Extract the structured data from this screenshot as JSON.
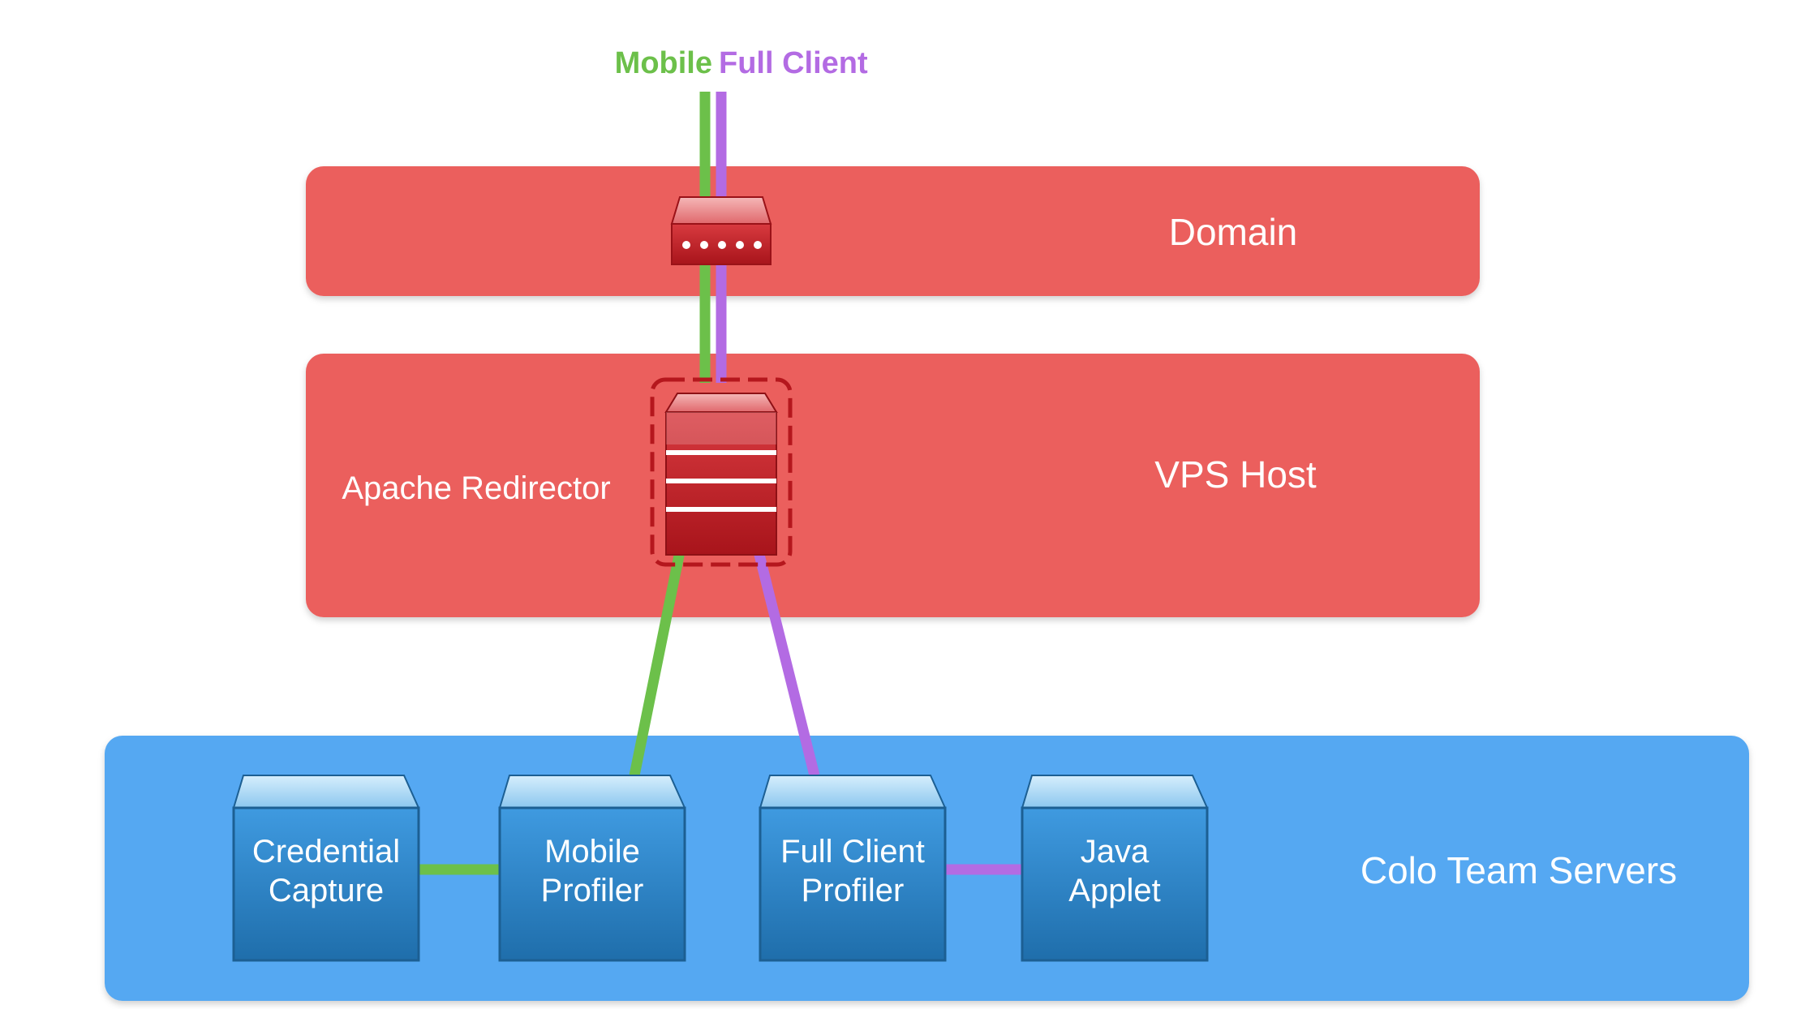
{
  "legend": {
    "mobile": "Mobile",
    "full_client": "Full Client"
  },
  "zones": {
    "domain": "Domain",
    "vps_host": "VPS Host",
    "colo": "Colo Team Servers"
  },
  "redirector_label": "Apache Redirector",
  "servers": [
    {
      "line1": "Credential",
      "line2": "Capture"
    },
    {
      "line1": "Mobile",
      "line2": "Profiler"
    },
    {
      "line1": "Full Client",
      "line2": "Profiler"
    },
    {
      "line1": "Java",
      "line2": "Applet"
    }
  ],
  "colors": {
    "mobile": "#6cc04a",
    "full_client": "#b36be3",
    "red_zone": "#eb5f5d",
    "blue_zone": "#55a8f2",
    "device_red": "#c8222a",
    "server_blue": "#2d86c6"
  }
}
